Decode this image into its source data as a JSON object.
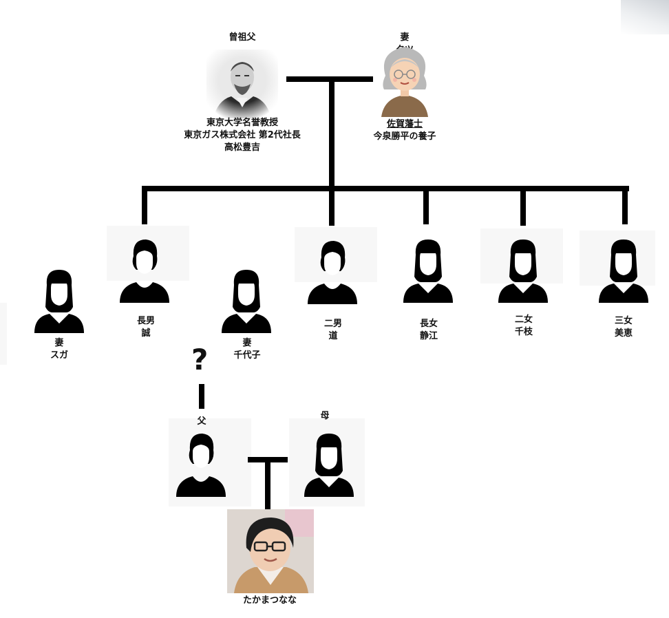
{
  "great_grandfather": {
    "relation": "曾祖父",
    "caption": [
      "東京大学名誉教授",
      "東京ガス株式会社 第2代社長",
      "高松豊吉"
    ]
  },
  "great_grandmother": {
    "relation": [
      "妻",
      "タツ"
    ],
    "caption_underlined": "佐賀藩士",
    "caption": "今泉勝平の養子"
  },
  "children": [
    {
      "id": "suga",
      "lines": [
        "妻",
        "スガ"
      ],
      "gender": "female"
    },
    {
      "id": "makoto",
      "lines": [
        "長男",
        "誠"
      ],
      "gender": "male"
    },
    {
      "id": "chiyoko",
      "lines": [
        "妻",
        "千代子"
      ],
      "gender": "female"
    },
    {
      "id": "michi",
      "lines": [
        "二男",
        "道"
      ],
      "gender": "male"
    },
    {
      "id": "shizue",
      "lines": [
        "長女",
        "静江"
      ],
      "gender": "female"
    },
    {
      "id": "chie",
      "lines": [
        "二女",
        "千枝"
      ],
      "gender": "female"
    },
    {
      "id": "mie",
      "lines": [
        "三女",
        "美恵"
      ],
      "gender": "female"
    }
  ],
  "question_mark": "?",
  "father": {
    "label": "父",
    "gender": "male"
  },
  "mother": {
    "label": "母",
    "gender": "female"
  },
  "self": {
    "label": "たかまつなな"
  },
  "colors": {
    "line": "#000000",
    "silhouette": "#000000",
    "tatsu_hair": "#b9b9b9",
    "tatsu_clothes": "#8a6a4a"
  }
}
